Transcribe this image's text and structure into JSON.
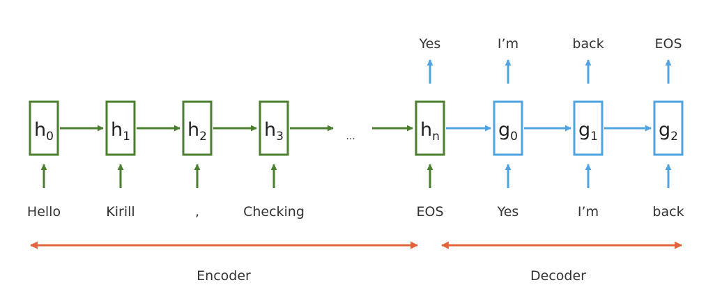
{
  "colors": {
    "encoder": "#4a7f2f",
    "decoder": "#4ea3e0",
    "span": "#e2643c",
    "text": "#333333"
  },
  "encoder": {
    "cells": [
      {
        "letter": "h",
        "sub": "0",
        "input": "Hello"
      },
      {
        "letter": "h",
        "sub": "1",
        "input": "Kirill"
      },
      {
        "letter": "h",
        "sub": "2",
        "input": ","
      },
      {
        "letter": "h",
        "sub": "3",
        "input": "Checking"
      }
    ],
    "ellipsis": "...",
    "final": {
      "letter": "h",
      "sub": "n",
      "input": "EOS",
      "output": "Yes"
    }
  },
  "decoder": {
    "cells": [
      {
        "letter": "g",
        "sub": "0",
        "input": "Yes",
        "output": "I’m"
      },
      {
        "letter": "g",
        "sub": "1",
        "input": "I’m",
        "output": "back"
      },
      {
        "letter": "g",
        "sub": "2",
        "input": "back",
        "output": "EOS"
      }
    ]
  },
  "sections": {
    "encoder_label": "Encoder",
    "decoder_label": "Decoder"
  }
}
